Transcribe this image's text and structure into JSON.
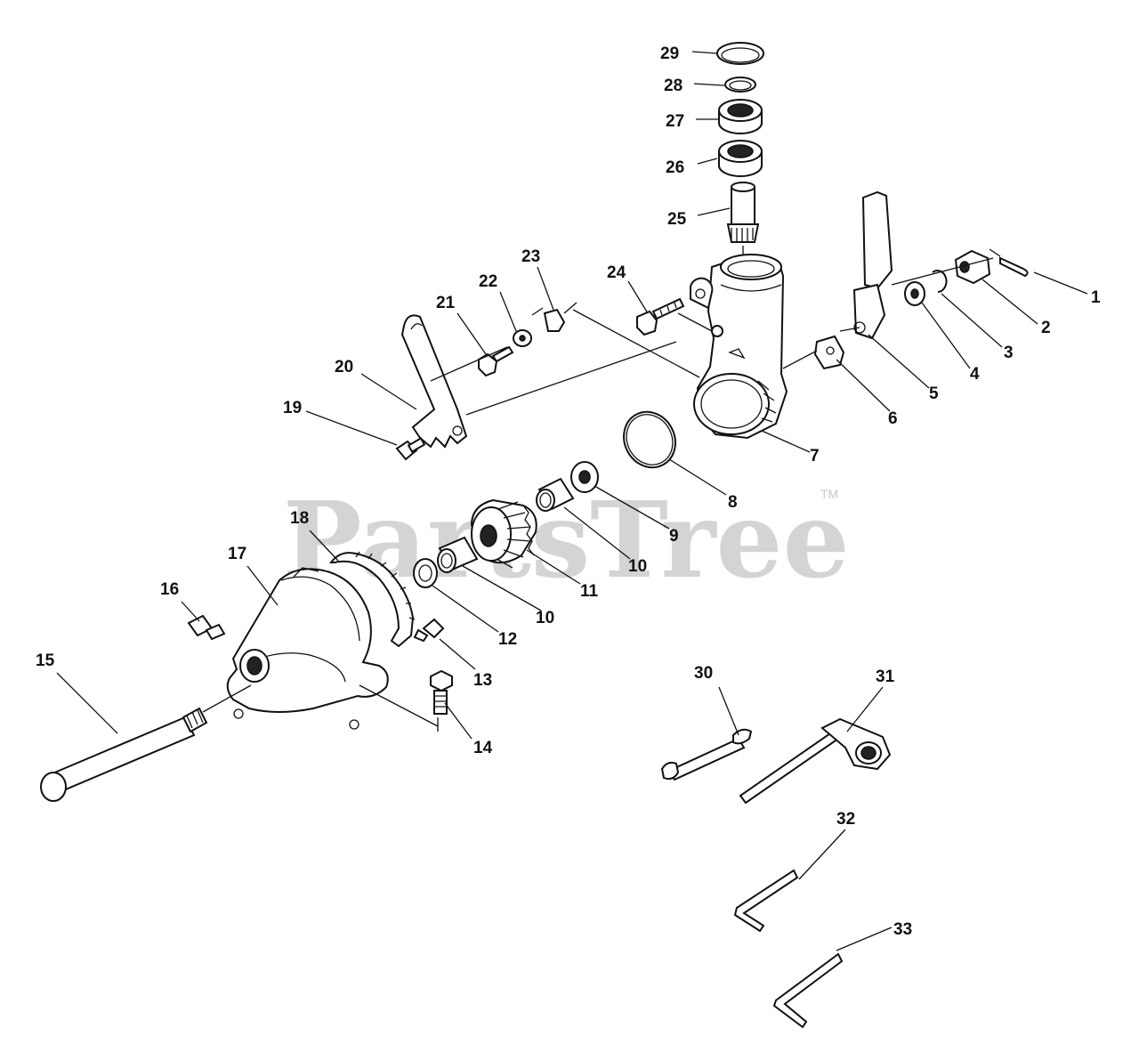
{
  "watermark": {
    "brand": "PartsTree",
    "trademark": "TM"
  },
  "callouts": [
    "1",
    "2",
    "3",
    "4",
    "5",
    "6",
    "7",
    "8",
    "9",
    "10",
    "11",
    "12",
    "13",
    "14",
    "15",
    "16",
    "17",
    "18",
    "19",
    "20",
    "21",
    "22",
    "23",
    "24",
    "25",
    "26",
    "27",
    "28",
    "29",
    "30",
    "31",
    "32",
    "33"
  ],
  "callout_10_second": "10"
}
